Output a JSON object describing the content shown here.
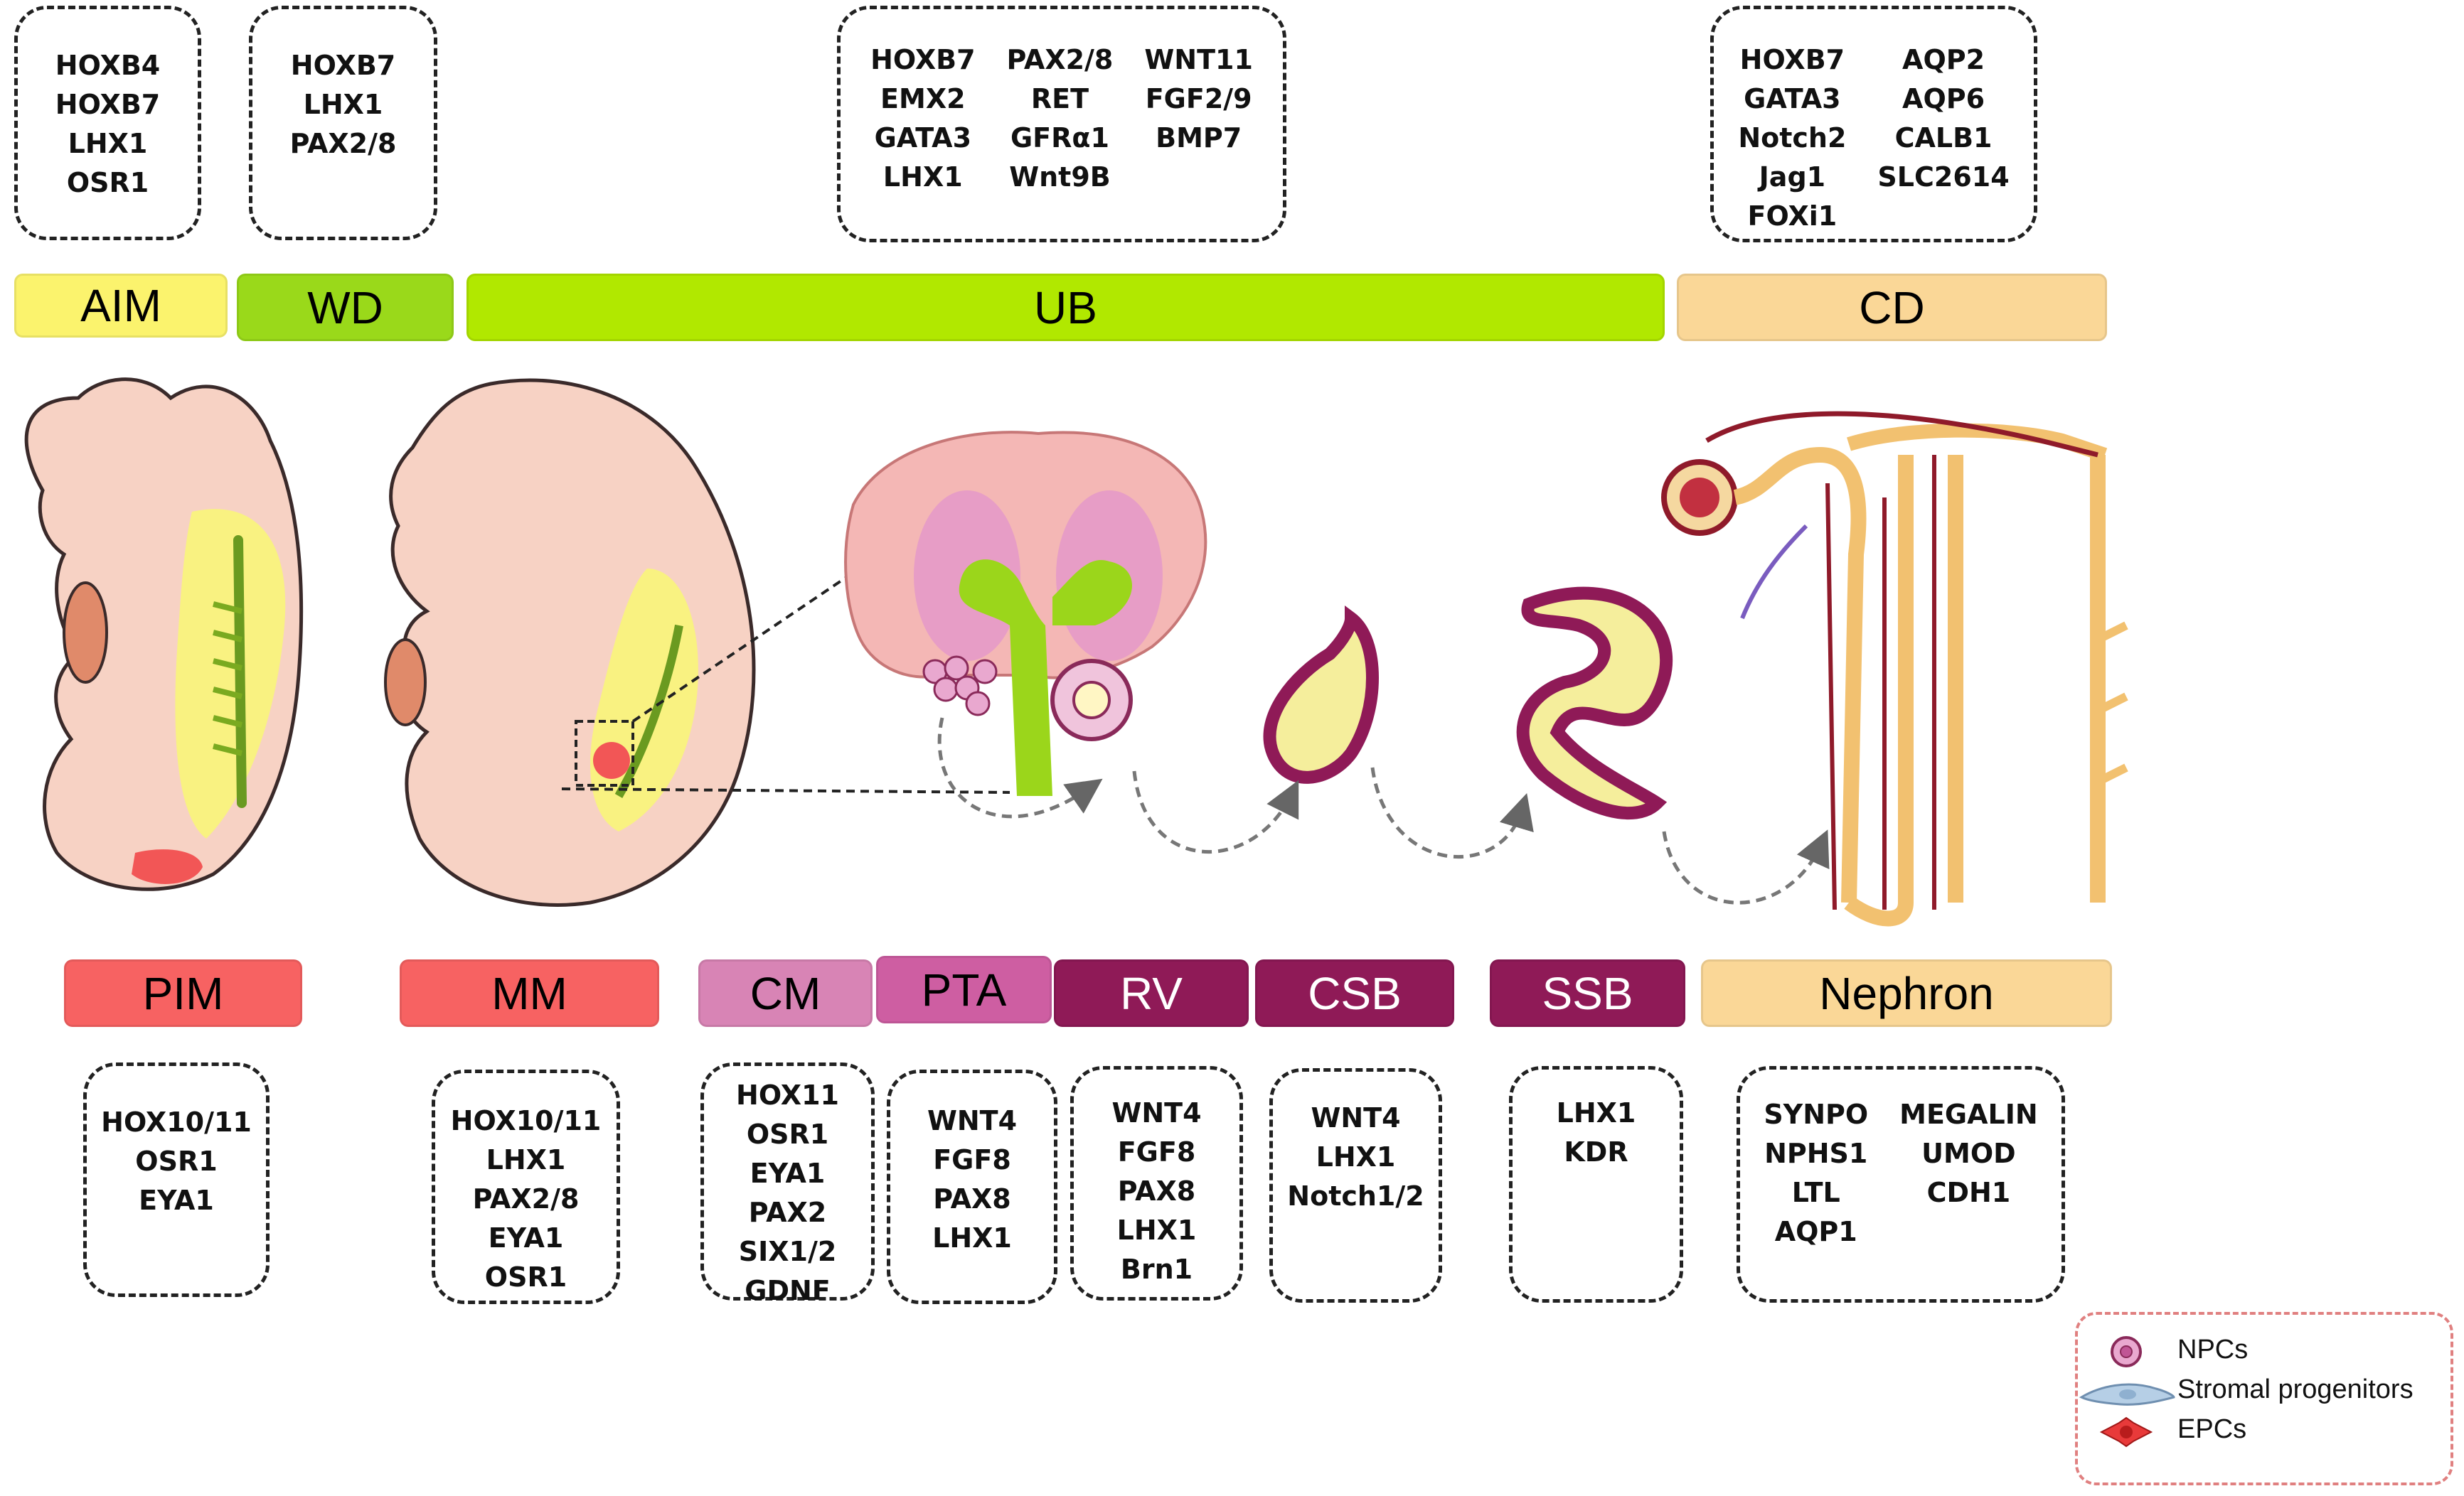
{
  "colors": {
    "AIM": "#fbf36d",
    "WD": "#9ad91a",
    "UB": "#b1e800",
    "CD": "#fad797",
    "PIM": "#f76262",
    "MM": "#f76262",
    "CM": "#d884b5",
    "PTA": "#ce5ea2",
    "RV": "#8f1a57",
    "CSB": "#8f1a57",
    "SSB": "#8f1a57",
    "Nephron": "#fad797"
  },
  "top_stages": [
    {
      "id": "aim",
      "label": "AIM",
      "genes": [
        [
          "HOXB4",
          "HOXB7",
          "LHX1",
          "OSR1"
        ]
      ]
    },
    {
      "id": "wd",
      "label": "WD",
      "genes": [
        [
          "HOXB7",
          "LHX1",
          "PAX2/8"
        ]
      ]
    },
    {
      "id": "ub",
      "label": "UB",
      "genes": [
        [
          "HOXB7",
          "EMX2",
          "GATA3",
          "LHX1"
        ],
        [
          "PAX2/8",
          "RET",
          "GFRα1",
          "Wnt9B"
        ],
        [
          "WNT11",
          "FGF2/9",
          "BMP7"
        ]
      ]
    },
    {
      "id": "cd",
      "label": "CD",
      "genes": [
        [
          "HOXB7",
          "GATA3",
          "Notch2",
          "Jag1",
          "FOXi1"
        ],
        [
          "AQP2",
          "AQP6",
          "CALB1",
          "SLC2614"
        ]
      ]
    }
  ],
  "bottom_stages": [
    {
      "id": "pim",
      "label": "PIM",
      "genes": [
        [
          "HOX10/11",
          "OSR1",
          "EYA1"
        ]
      ]
    },
    {
      "id": "mm",
      "label": "MM",
      "genes": [
        [
          "HOX10/11",
          "LHX1",
          "PAX2/8",
          "EYA1",
          "OSR1"
        ]
      ]
    },
    {
      "id": "cm",
      "label": "CM",
      "genes": [
        [
          "HOX11",
          "OSR1",
          "EYA1",
          "PAX2",
          "SIX1/2",
          "GDNF"
        ]
      ]
    },
    {
      "id": "pta",
      "label": "PTA",
      "genes": [
        [
          "WNT4",
          "FGF8",
          "PAX8",
          "LHX1"
        ]
      ]
    },
    {
      "id": "rv",
      "label": "RV",
      "genes": [
        [
          "WNT4",
          "FGF8",
          "PAX8",
          "LHX1",
          "Brn1"
        ]
      ]
    },
    {
      "id": "csb",
      "label": "CSB",
      "genes": [
        [
          "WNT4",
          "LHX1",
          "Notch1/2"
        ]
      ]
    },
    {
      "id": "ssb",
      "label": "SSB",
      "genes": [
        [
          "LHX1",
          "KDR"
        ]
      ]
    },
    {
      "id": "nephron",
      "label": "Nephron",
      "genes": [
        [
          "SYNPO",
          "NPHS1",
          "LTL",
          "AQP1"
        ],
        [
          "MEGALIN",
          "UMOD",
          "CDH1"
        ]
      ]
    }
  ],
  "legend": [
    {
      "id": "npcs",
      "icon": "npc-cell-icon",
      "label": "NPCs"
    },
    {
      "id": "stromal",
      "icon": "stromal-cell-icon",
      "label": "Stromal progenitors"
    },
    {
      "id": "epcs",
      "icon": "epc-cell-icon",
      "label": "EPCs"
    }
  ]
}
